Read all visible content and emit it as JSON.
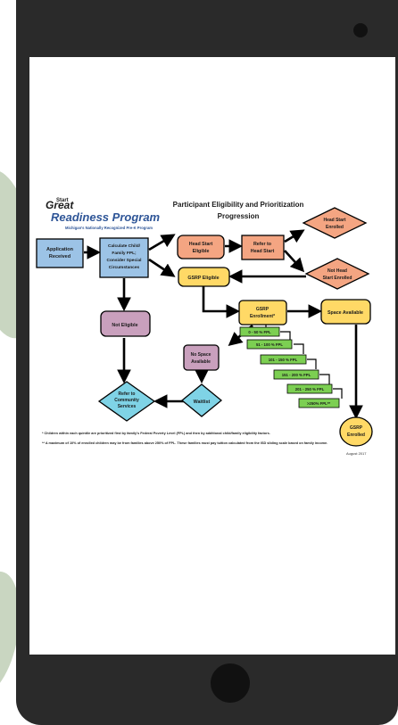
{
  "logo": {
    "great": "Great",
    "start": "Start",
    "name": "Readiness Program",
    "tagline": "Michigan's Nationally Recognized Pre-K Program"
  },
  "title": {
    "line1": "Participant Eligibility and Prioritization",
    "line2": "Progression"
  },
  "nodes": {
    "application": [
      "Application",
      "Received"
    ],
    "calculate": [
      "Calculate Child/",
      "Family FPL;",
      "Consider Special",
      "Circumstances"
    ],
    "head_start_eligible": [
      "Head Start",
      "Eligible"
    ],
    "refer_head_start": [
      "Refer to",
      "Head Start"
    ],
    "head_start_enrolled": [
      "Head Start",
      "Enrolled"
    ],
    "not_head_start_enrolled": [
      "Not Head",
      "Start Enrolled"
    ],
    "gsrp_eligible": [
      "GSRP Eligible"
    ],
    "gsrp_enrollment": [
      "GSRP",
      "Enrollment*"
    ],
    "space_available": [
      "Space Available"
    ],
    "not_eligible": [
      "Not Eligible"
    ],
    "no_space": [
      "No Space",
      "Available"
    ],
    "waitlist": [
      "Waitlist"
    ],
    "refer_community": [
      "Refer to",
      "Community",
      "Services"
    ],
    "gsrp_enrolled": [
      "GSRP",
      "Enrolled"
    ]
  },
  "fpl_steps": [
    "0 - 50 % FPL",
    "51 - 100 % FPL",
    "101 - 150 % FPL",
    "151 - 200 % FPL",
    "201 - 250 % FPL",
    ">250% FPL**"
  ],
  "footnotes": {
    "one": "* Children within each quintile are prioritized first by family's Federal Poverty Level (FPL) and then by additional child/family eligibility factors.",
    "two": "** A maximum of 10% of enrolled children may be from families above 250% of FPL. These families must pay tuition calculated from the ISD sliding scale based on family income."
  },
  "date": "August 2017",
  "colors": {
    "blue": "#9cc3e6",
    "orange": "#f4a582",
    "yellow": "#ffd966",
    "mauve": "#c9a0bd",
    "cyan": "#7fd3e6",
    "green": "#7ccf52",
    "phone": "#2a2a2a",
    "leaf": "#c9d6c1"
  }
}
